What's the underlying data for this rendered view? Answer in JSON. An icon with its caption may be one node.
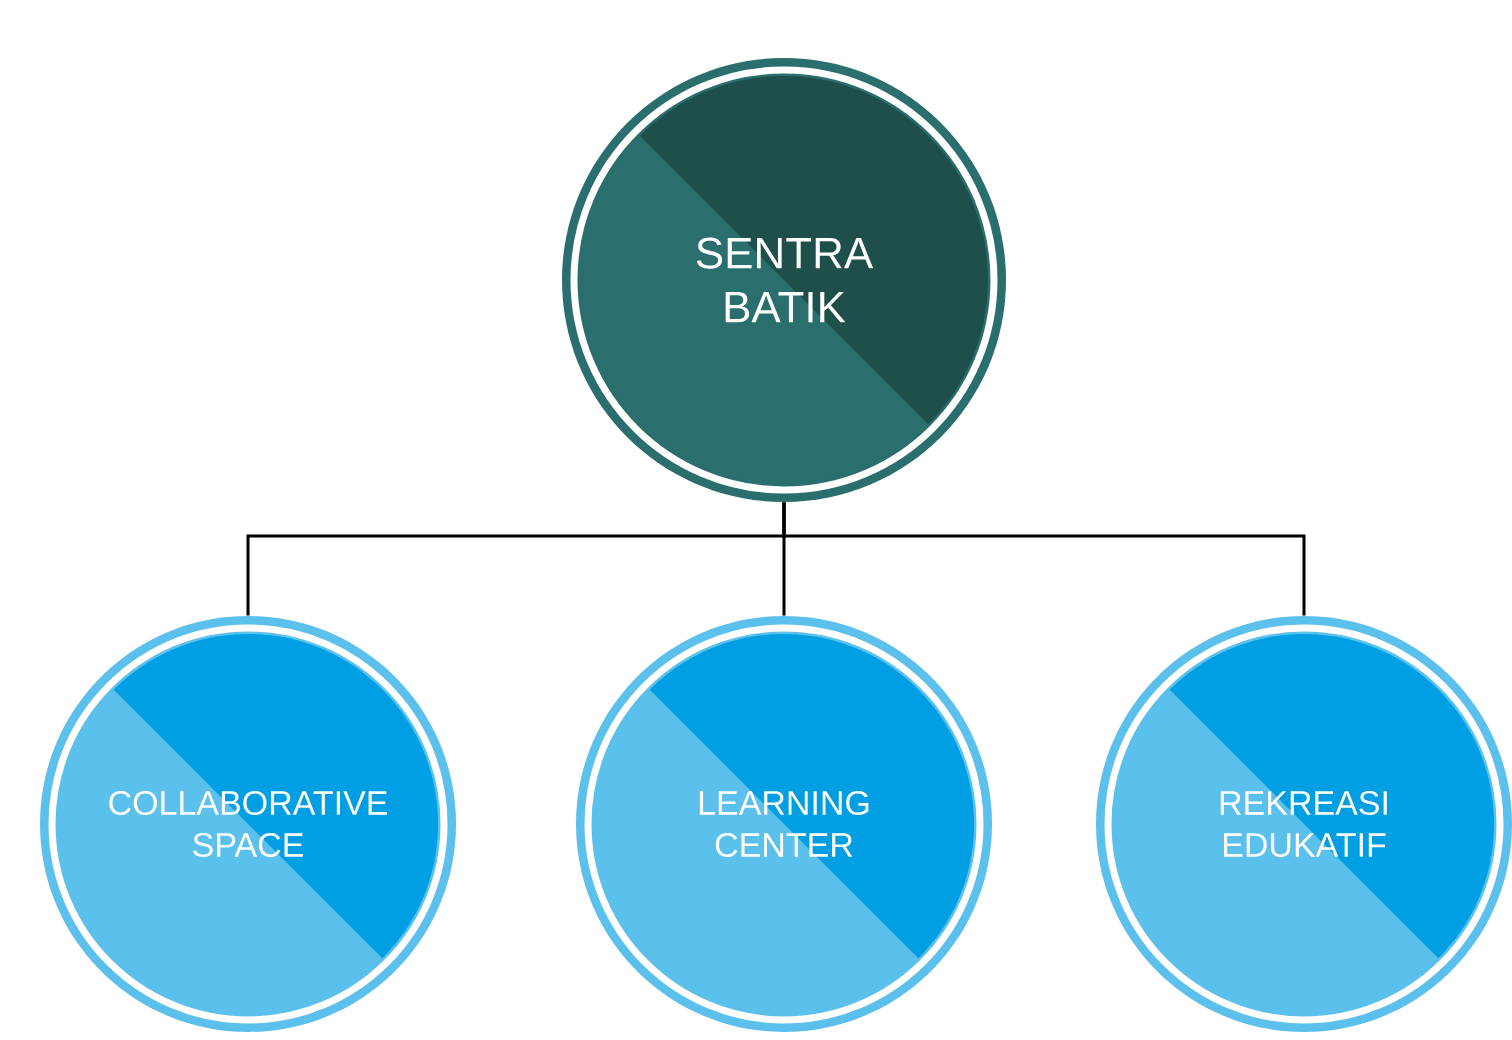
{
  "diagram": {
    "nodes": [
      {
        "text": [
          "SENTRA BATIK"
        ]
      },
      {
        "text": [
          "COLLABORATIVE SPACE"
        ]
      },
      {
        "text": [
          "LEARNING CENTER"
        ]
      },
      {
        "text": [
          "REKREASI EDUKATIF"
        ]
      }
    ],
    "edges": [
      {
        "from": 0,
        "to": 1,
        "arrow": "none"
      },
      {
        "from": 0,
        "to": 2,
        "arrow": "none"
      },
      {
        "from": 0,
        "to": 3,
        "arrow": "none"
      }
    ]
  }
}
